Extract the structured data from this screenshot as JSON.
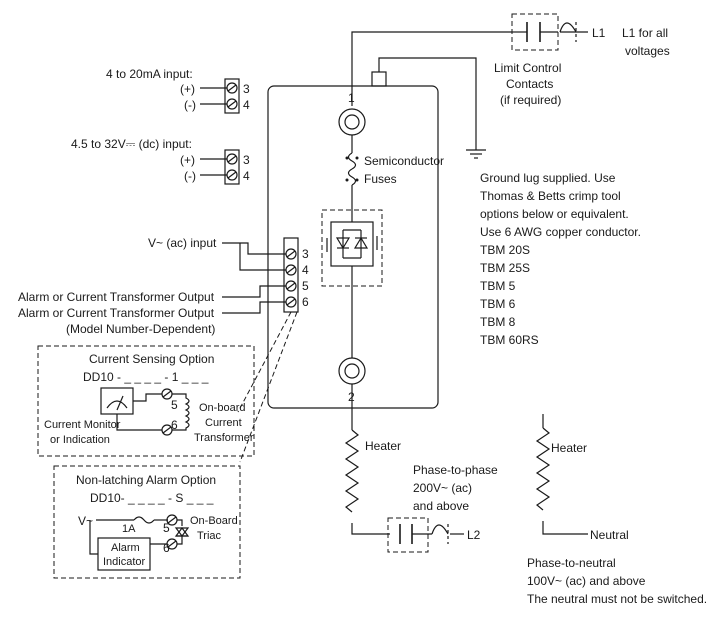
{
  "line_labels": {
    "l1": "L1",
    "l1_note": [
      "L1 for all",
      "voltages"
    ],
    "limit_control": [
      "Limit Control",
      "Contacts",
      "(if required)"
    ]
  },
  "inputs": {
    "ma_title": "4 to 20mA input:",
    "dc_title": "4.5 to 32V⎓ (dc) input:",
    "ac_title": "V~ (ac) input",
    "plus": "(+)",
    "minus": "(-)",
    "t3": "3",
    "t4": "4",
    "t5": "5",
    "t6": "6",
    "alarm_ct_1": "Alarm or Current Transformer Output",
    "alarm_ct_2": "Alarm or Current Transformer Output",
    "model_dep": "(Model Number-Dependent)"
  },
  "controller": {
    "terminal_1": "1",
    "terminal_2": "2",
    "fuses": [
      "Semiconductor",
      "Fuses"
    ]
  },
  "ground_note": [
    "Ground lug supplied. Use",
    "Thomas & Betts crimp tool",
    "options below or equivalent.",
    "Use 6 AWG copper conductor.",
    "TBM 20S",
    "TBM 25S",
    "TBM 5",
    "TBM 6",
    "TBM 8",
    "TBM 60RS"
  ],
  "current_sensing": {
    "title": "Current Sensing Option",
    "model": "DD10 - _ _ _ _ - 1 _ _ _",
    "monitor": [
      "Current Monitor",
      "or Indication"
    ],
    "transformer": [
      "On-board",
      "Current",
      "Transformer"
    ],
    "t5": "5",
    "t6": "6"
  },
  "alarm_option": {
    "title": "Non-latching Alarm Option",
    "model": "DD10- _ _ _ _ - S _ _ _",
    "v_label": "V~",
    "fuse": "1A",
    "triac": [
      "On-Board",
      "Triac"
    ],
    "indicator": [
      "Alarm",
      "Indicator"
    ],
    "t5": "5",
    "t6": "6"
  },
  "load": {
    "heater_left": "Heater",
    "phase_to_phase": [
      "Phase-to-phase",
      "200V~ (ac)",
      "and above"
    ],
    "l2": "L2",
    "heater_right": "Heater",
    "neutral": "Neutral",
    "phase_to_neutral": [
      "Phase-to-neutral",
      "100V~ (ac) and above",
      "The neutral must not be switched."
    ]
  }
}
